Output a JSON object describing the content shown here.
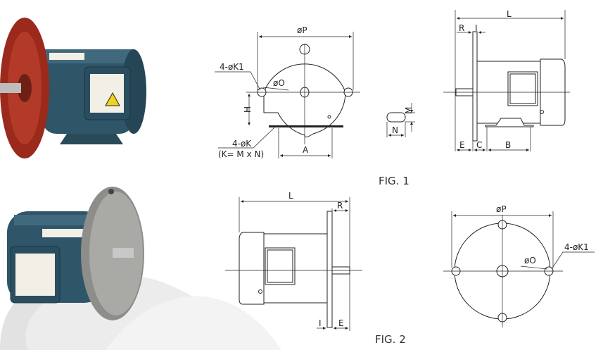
{
  "figures": {
    "fig1": {
      "caption": "FIG. 1",
      "front_view": {
        "dim_p": "øP",
        "dim_k1": "4-øK1",
        "dim_o": "øO",
        "dim_h": "H",
        "dim_k": "4-øK",
        "dim_k_formula": "(K= M x N)",
        "dim_a": "A"
      },
      "foot_slot": {
        "dim_m": "M",
        "dim_n": "N"
      },
      "side_view": {
        "dim_l": "L",
        "dim_r": "R",
        "dim_i": "I",
        "dim_e": "E",
        "dim_c": "C",
        "dim_b": "B"
      }
    },
    "fig2": {
      "caption": "FIG. 2",
      "side_view": {
        "dim_l": "L",
        "dim_r": "R",
        "dim_i": "I",
        "dim_e": "E"
      },
      "front_view": {
        "dim_p": "øP",
        "dim_o": "øO",
        "dim_k1": "4-øK1"
      }
    }
  },
  "colors": {
    "motor_body": "#2f5568",
    "flange_red": "#9b2a1c",
    "flange_steel": "#a9a9a6",
    "swoosh": "#e6e6e6"
  }
}
